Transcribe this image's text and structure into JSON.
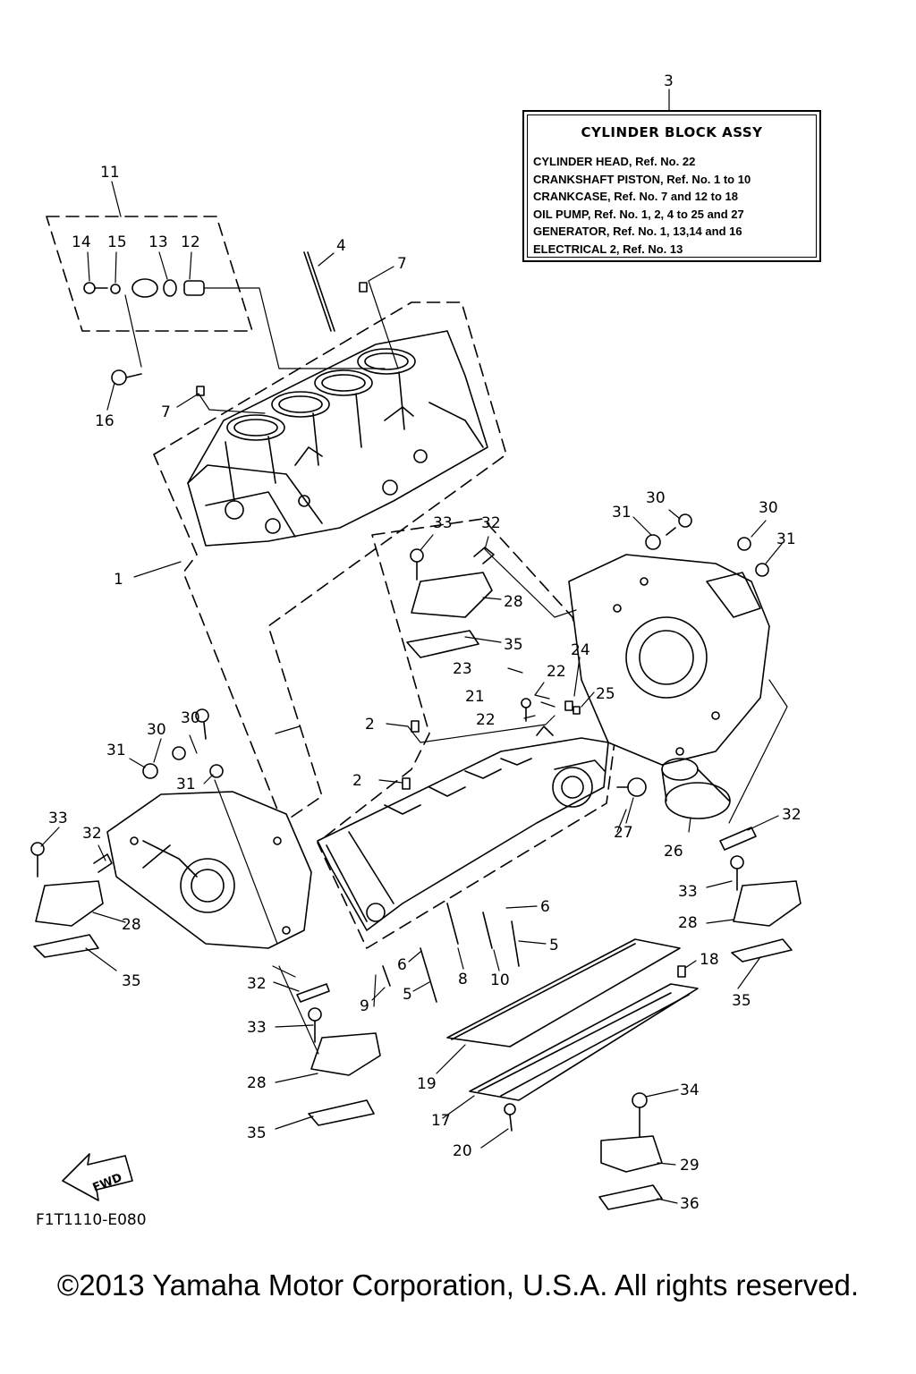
{
  "callouts": [
    {
      "id": "c3",
      "text": "3"
    },
    {
      "id": "c11",
      "text": "11"
    },
    {
      "id": "c14",
      "text": "14"
    },
    {
      "id": "c15",
      "text": "15"
    },
    {
      "id": "c13",
      "text": "13"
    },
    {
      "id": "c12",
      "text": "12"
    },
    {
      "id": "c4",
      "text": "4"
    },
    {
      "id": "c7a",
      "text": "7"
    },
    {
      "id": "c16",
      "text": "16"
    },
    {
      "id": "c7b",
      "text": "7"
    },
    {
      "id": "c1",
      "text": "1"
    },
    {
      "id": "c33a",
      "text": "33"
    },
    {
      "id": "c32a",
      "text": "32"
    },
    {
      "id": "c28a",
      "text": "28"
    },
    {
      "id": "c35a",
      "text": "35"
    },
    {
      "id": "c31a",
      "text": "31"
    },
    {
      "id": "c30a",
      "text": "30"
    },
    {
      "id": "c30b",
      "text": "30"
    },
    {
      "id": "c31b",
      "text": "31"
    },
    {
      "id": "c24",
      "text": "24"
    },
    {
      "id": "c23",
      "text": "23"
    },
    {
      "id": "c22a",
      "text": "22"
    },
    {
      "id": "c21",
      "text": "21"
    },
    {
      "id": "c25",
      "text": "25"
    },
    {
      "id": "c22b",
      "text": "22"
    },
    {
      "id": "c2a",
      "text": "2"
    },
    {
      "id": "c30c",
      "text": "30"
    },
    {
      "id": "c30d",
      "text": "30"
    },
    {
      "id": "c31c",
      "text": "31"
    },
    {
      "id": "c31d",
      "text": "31"
    },
    {
      "id": "c2b",
      "text": "2"
    },
    {
      "id": "c27",
      "text": "27"
    },
    {
      "id": "c26",
      "text": "26"
    },
    {
      "id": "c32b",
      "text": "32"
    },
    {
      "id": "c33b",
      "text": "33"
    },
    {
      "id": "c32c",
      "text": "32"
    },
    {
      "id": "c28b",
      "text": "28"
    },
    {
      "id": "c33c",
      "text": "33"
    },
    {
      "id": "c6a",
      "text": "6"
    },
    {
      "id": "c5a",
      "text": "5"
    },
    {
      "id": "c28c",
      "text": "28"
    },
    {
      "id": "c35b",
      "text": "35"
    },
    {
      "id": "c6b",
      "text": "6"
    },
    {
      "id": "c8",
      "text": "8"
    },
    {
      "id": "c10",
      "text": "10"
    },
    {
      "id": "c9",
      "text": "9"
    },
    {
      "id": "c5b",
      "text": "5"
    },
    {
      "id": "c18",
      "text": "18"
    },
    {
      "id": "c35c",
      "text": "35"
    },
    {
      "id": "c32d",
      "text": "32"
    },
    {
      "id": "c33d",
      "text": "33"
    },
    {
      "id": "c19",
      "text": "19"
    },
    {
      "id": "c28d",
      "text": "28"
    },
    {
      "id": "c17",
      "text": "17"
    },
    {
      "id": "c34",
      "text": "34"
    },
    {
      "id": "c35d",
      "text": "35"
    },
    {
      "id": "c20",
      "text": "20"
    },
    {
      "id": "c29",
      "text": "29"
    },
    {
      "id": "c36",
      "text": "36"
    }
  ],
  "info_box": {
    "title": "CYLINDER BLOCK ASSY",
    "lines": [
      "CYLINDER HEAD, Ref. No. 22",
      "CRANKSHAFT PISTON, Ref. No. 1 to 10",
      "CRANKCASE, Ref. No. 7 and 12 to 18",
      "OIL PUMP, Ref. No. 1, 2, 4 to 25 and 27",
      "GENERATOR, Ref. No. 1, 13,14 and 16",
      "ELECTRICAL 2, Ref. No. 13"
    ]
  },
  "fwd_label": "FWD",
  "diagram_code": "F1T1110-E080",
  "copyright": "©2013 Yamaha Motor Corporation, U.S.A. All rights reserved."
}
